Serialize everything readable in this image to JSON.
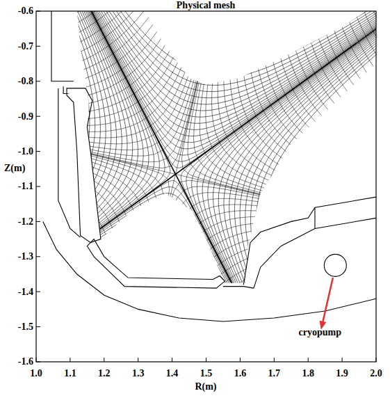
{
  "diagram": {
    "title": "Physical mesh",
    "labels": [
      "-0.6",
      "-0.7",
      "-0.8",
      "-0.9",
      "-1.0",
      "-1.1",
      "-1.2",
      "-1.3",
      "-1.4",
      "-1.5",
      "-1.6",
      "Z(m)",
      "1.0",
      "1.1",
      "1.2",
      "1.3",
      "1.4",
      "1.5",
      "1.6",
      "1.7",
      "1.8",
      "1.9",
      "2.0",
      "R(m)",
      "cryopump"
    ]
  }
}
